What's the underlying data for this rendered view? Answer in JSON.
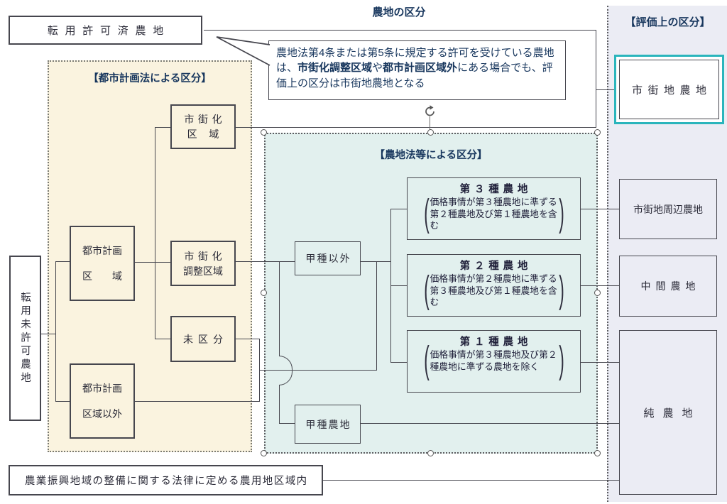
{
  "title": "農地の区分",
  "colors": {
    "cream_bg": "#FAF3DF",
    "teal_bg": "#E2F0EE",
    "lavender_bg": "#EBECF4",
    "teal_accent": "#2AB5BC",
    "line": "#46464E",
    "navy_text": "#17365D"
  },
  "top_box": {
    "label": "転用許可済農地"
  },
  "note": {
    "seg1": "農地法第4条または第5条に規定する許可を受けている農地は、",
    "seg2": "市街化調整区域",
    "seg3": "や",
    "seg4": "都市計画区域外",
    "seg5": "にある場合でも、評価上の区分は市街地農地となる"
  },
  "city_planning": {
    "heading": "【都市計画法による区分】",
    "unapproved_vertical": "転用未許可農地",
    "urban_planning_area": {
      "line1": "都市計画",
      "line2": "区　　域"
    },
    "outside_urban_planning_area": {
      "line1": "都市計画",
      "line2": "区域以外"
    },
    "urbanization_area": {
      "line1": "市街化",
      "line2": "区　域"
    },
    "urbanization_control_area": {
      "line1": "市街化",
      "line2": "調整区域"
    },
    "unclassified": "未区分"
  },
  "farmland_act": {
    "heading": "【農地法等による区分】",
    "non_kosyu": "甲種以外",
    "kosyu": "甲種農地",
    "class3": {
      "title": "第３種農地",
      "desc": "価格事情が第３種農地に準ずる第２種農地及び第１種農地を含む"
    },
    "class2": {
      "title": "第２種農地",
      "desc": "価格事情が第２種農地に準ずる第３種農地及び第１種農地を含む"
    },
    "class1": {
      "title": "第１種農地",
      "desc": "価格事情が第３種農地及び第２種農地に準ずる農地を除く"
    },
    "paren_open": "(",
    "paren_close": ")"
  },
  "evaluation": {
    "heading": "【評価上の区分】",
    "shigaichi": "市街地農地",
    "shuhen": "市街地周辺農地",
    "chukan": "中間農地",
    "jun": "純農地"
  },
  "bottom_box": {
    "label": "農業振興地域の整備に関する法律に定める農用地区域内"
  }
}
